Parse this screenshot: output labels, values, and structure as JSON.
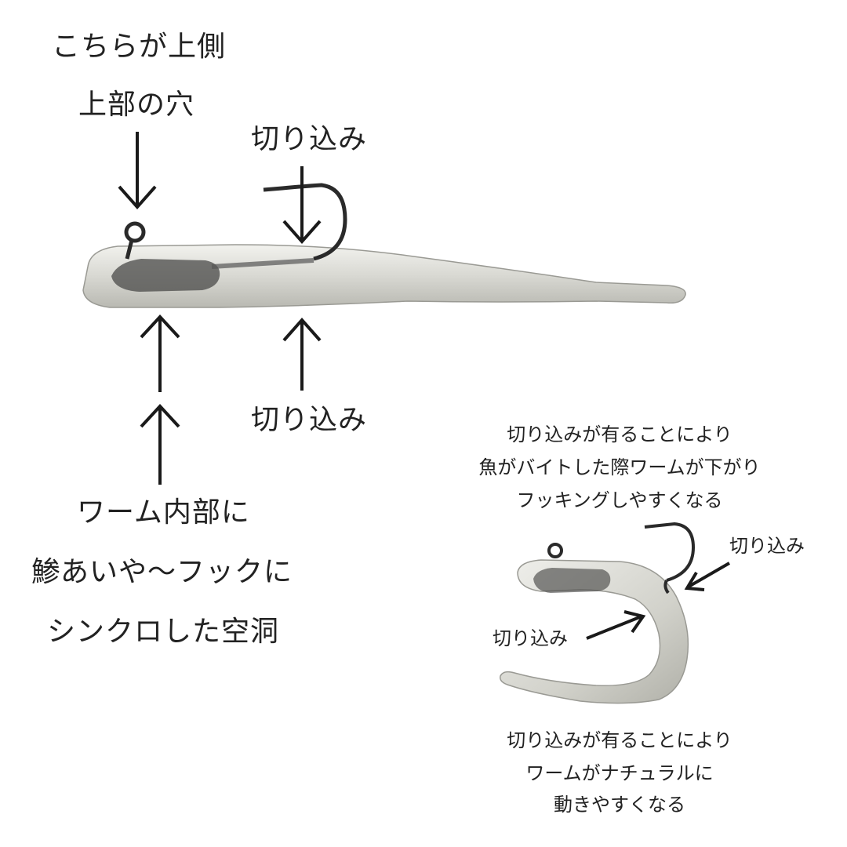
{
  "top_side_label": "こちらが上側",
  "top_hole_label": "上部の穴",
  "slit_top_label": "切り込み",
  "slit_bottom_label": "切り込み",
  "cavity_text": {
    "line1": "ワーム内部に",
    "line2": "鯵あいや～フックに",
    "line3": "シンクロした空洞"
  },
  "hook_note": {
    "line1": "切り込みが有ることにより",
    "line2": "魚がバイトした際ワームが下がり",
    "line3": "フッキングしやすくなる"
  },
  "small_slit_right_label": "切り込み",
  "small_slit_left_label": "切り込み",
  "motion_note": {
    "line1": "切り込みが有ることにより",
    "line2": "ワームがナチュラルに",
    "line3": "動きやすくなる"
  },
  "colors": {
    "text": "#222222",
    "arrow": "#1a1a1a",
    "worm_body": "#dcdcd6",
    "jig_head": "#3a3a3a",
    "hook": "#2a2a2a"
  }
}
